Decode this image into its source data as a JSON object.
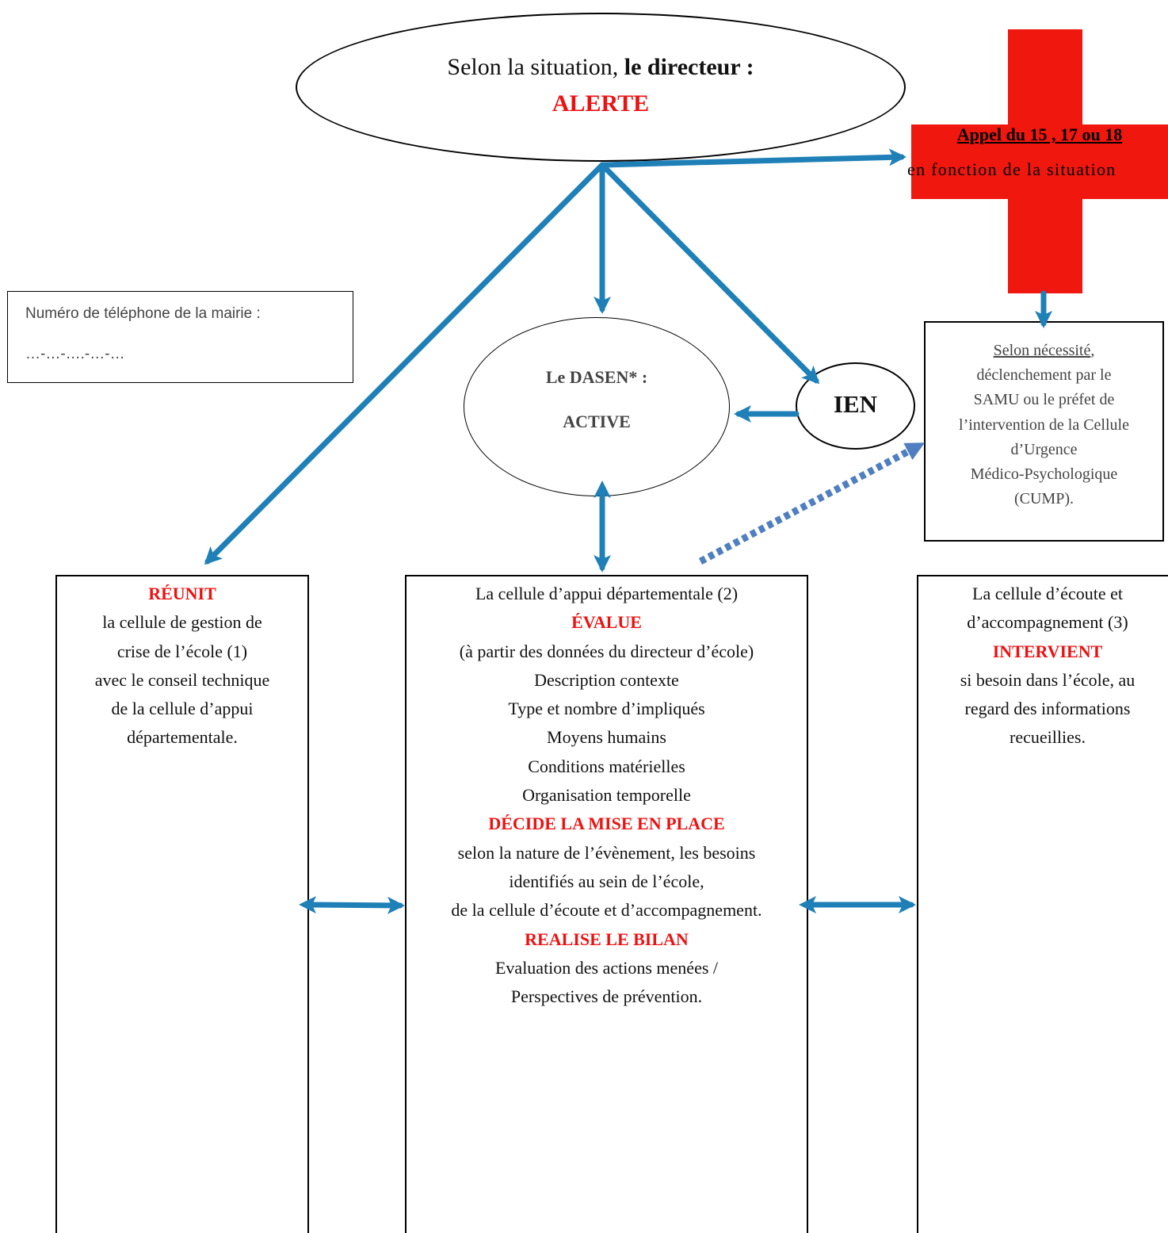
{
  "top_oval": {
    "line1_prefix": "Selon la situation, ",
    "line1_bold": "le directeur :",
    "action": "ALERTE"
  },
  "emergency_cross": {
    "title": "Appel du 15 , 17 ou 18",
    "subtitle": "en fonction de la situation",
    "color": "#f0170f"
  },
  "mairie_box": {
    "label": "Numéro de téléphone de la mairie :",
    "value": "…-…-….-…-…"
  },
  "dasen_oval": {
    "line1": "Le DASEN* :",
    "line2": "ACTIVE"
  },
  "ien_oval": {
    "label": "IEN"
  },
  "cump_box": {
    "underlined": "Selon nécessité",
    "lines": [
      "déclenchement par le",
      "SAMU ou le préfet de",
      "l’intervention de la Cellule",
      "d’Urgence",
      "Médico-Psychologique",
      "(CUMP)."
    ]
  },
  "col_left": {
    "action": "RÉUNIT",
    "lines": [
      "la cellule de gestion de",
      "crise de l’école (1)",
      "avec le conseil technique",
      "de la cellule d’appui",
      "départementale."
    ]
  },
  "col_center": {
    "title": "La cellule d’appui départementale (2)",
    "action1": "ÉVALUE",
    "lines1": [
      "(à partir des données du directeur d’école)",
      "Description contexte",
      "Type et nombre d’impliqués",
      "Moyens humains",
      "Conditions matérielles",
      "Organisation temporelle"
    ],
    "action2": "DÉCIDE LA MISE EN PLACE",
    "lines2": [
      "selon la nature de l’évènement, les besoins",
      "identifiés au sein de l’école,",
      "de la cellule d’écoute et d’accompagnement."
    ],
    "action3": "REALISE LE BILAN",
    "lines3": [
      "Evaluation des actions menées /",
      "Perspectives de prévention."
    ]
  },
  "col_right": {
    "title_lines": [
      "La cellule d’écoute et",
      "d’accompagnement (3)"
    ],
    "action": "INTERVIENT",
    "lines": [
      "si besoin dans l’école, au",
      "regard des informations",
      "recueillies."
    ]
  },
  "colors": {
    "arrow": "#1f80b8",
    "dashed_arrow": "#4f7fc0",
    "action_red": "#ee1111"
  }
}
